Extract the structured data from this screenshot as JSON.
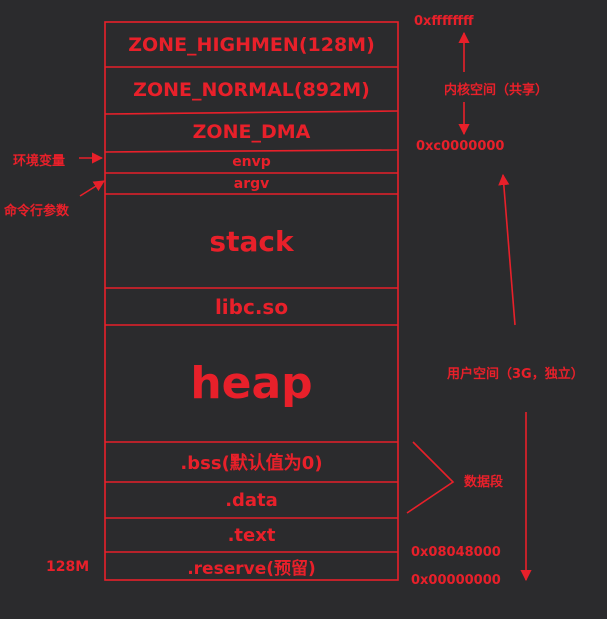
{
  "segments": {
    "zone_highmem": "ZONE_HIGHMEN(128M)",
    "zone_normal": "ZONE_NORMAL(892M)",
    "zone_dma": "ZONE_DMA",
    "envp": "envp",
    "argv": "argv",
    "stack": "stack",
    "libc": "libc.so",
    "heap": "heap",
    "bss": ".bss(默认值为0)",
    "data": ".data",
    "text": ".text",
    "reserve": ".reserve(预留)"
  },
  "addresses": {
    "top": "0xffffffff",
    "kernel_base": "0xc0000000",
    "text_start": "0x08048000",
    "zero": "0x00000000"
  },
  "annotations": {
    "kernel_space": "内核空间（共享）",
    "user_space": "用户空间（3G，独立）",
    "data_segment": "数据段",
    "env_vars": "环境变量",
    "cmd_args": "命令行参数",
    "reserve_size": "128M"
  },
  "colors": {
    "background": "#2b2b2d",
    "accent": "#e8202a"
  }
}
